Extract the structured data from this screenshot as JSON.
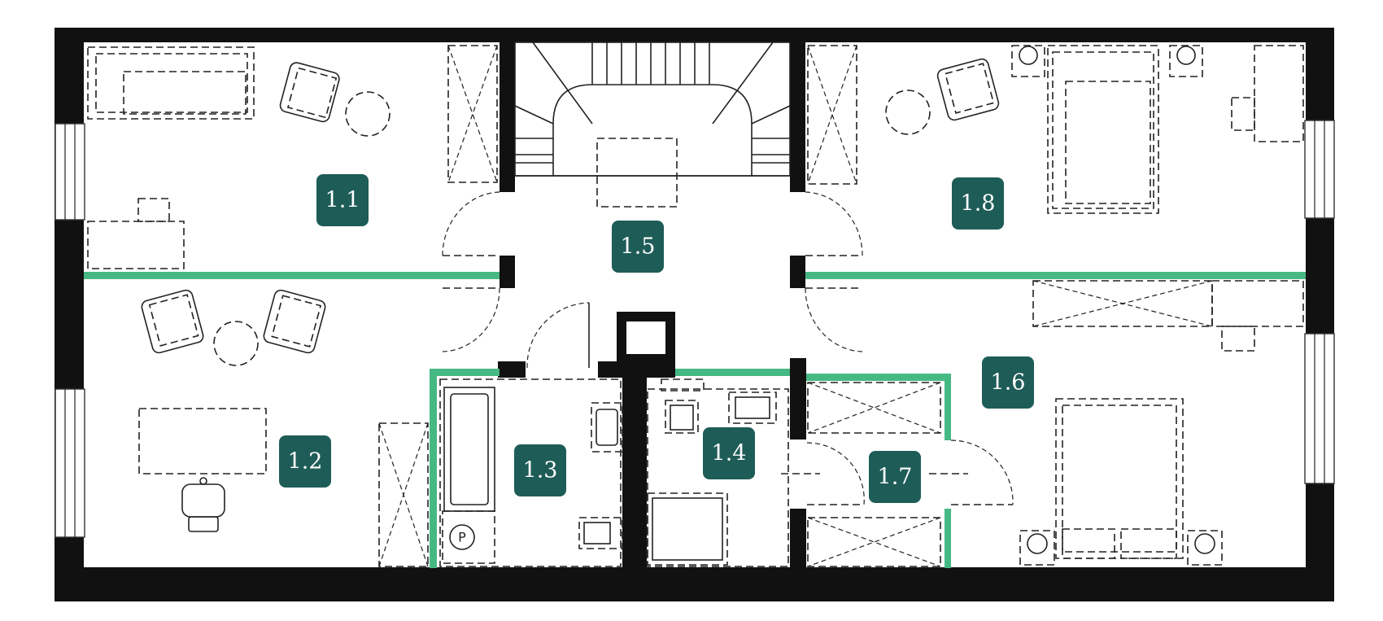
{
  "colors": {
    "wall": "#111111",
    "partition": "#46b884",
    "label_background": "#1e5c57",
    "label_text": "#ffffff",
    "furniture_line": "#222222"
  },
  "rooms": [
    {
      "id": "1.1",
      "label": "1.1"
    },
    {
      "id": "1.2",
      "label": "1.2"
    },
    {
      "id": "1.3",
      "label": "1.3"
    },
    {
      "id": "1.4",
      "label": "1.4"
    },
    {
      "id": "1.5",
      "label": "1.5"
    },
    {
      "id": "1.6",
      "label": "1.6"
    },
    {
      "id": "1.7",
      "label": "1.7"
    },
    {
      "id": "1.8",
      "label": "1.8"
    }
  ],
  "icons": {
    "boiler": "P"
  }
}
